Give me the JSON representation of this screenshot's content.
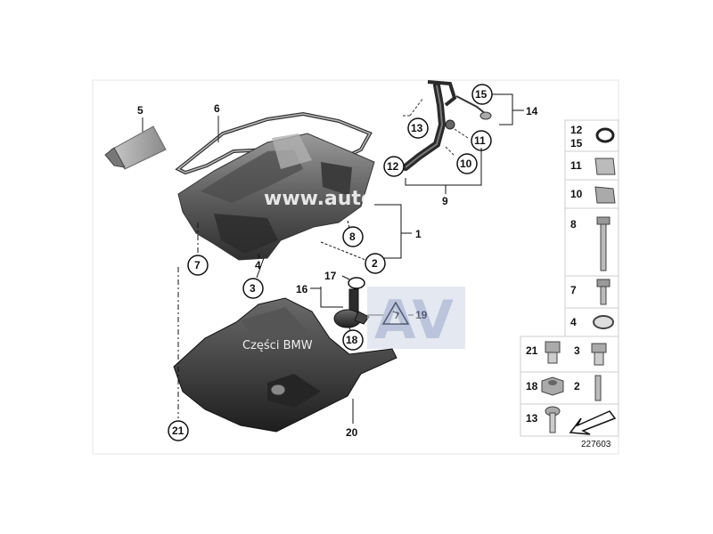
{
  "diagram_id": "227603",
  "watermark_url": "www.auto-vell.pl",
  "watermark_text": "Części BMW",
  "watermark_logo": "AV",
  "callouts": {
    "c1": "1",
    "c2": "2",
    "c3": "3",
    "c4": "4",
    "c5": "5",
    "c6": "6",
    "c7": "7",
    "c8": "8",
    "c9": "9",
    "c10": "10",
    "c11": "11",
    "c12": "12",
    "c13": "13",
    "c14": "14",
    "c15": "15",
    "c16": "16",
    "c17": "17",
    "c18": "18",
    "c19": "19",
    "c20": "20",
    "c21": "21"
  },
  "legend": {
    "r1a": "12",
    "r1b": "15",
    "r2": "11",
    "r3": "10",
    "r4": "8",
    "r5": "7",
    "r6": "4",
    "r7a": "21",
    "r7b": "3",
    "r8a": "18",
    "r8b": "2",
    "r9": "13"
  }
}
